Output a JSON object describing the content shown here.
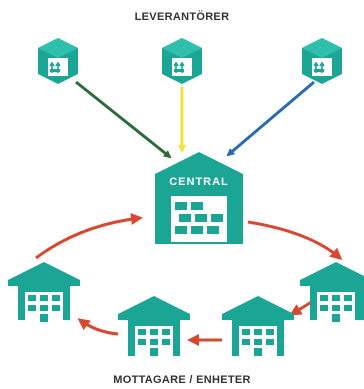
{
  "labels": {
    "suppliers": "LEVERANTÖRER",
    "central": "CENTRAL",
    "receivers": "MOTTAGARE / ENHETER"
  },
  "colors": {
    "teal": "#1aa594",
    "teal_dark": "#12806f",
    "arrow_green": "#2e6b3a",
    "arrow_yellow": "#f2e23a",
    "arrow_blue": "#2a6ab0",
    "arrow_red": "#d9472f",
    "label": "#333333"
  },
  "icons": [
    "box-icon",
    "warehouse-icon",
    "building-icon",
    "arrow-icon"
  ]
}
